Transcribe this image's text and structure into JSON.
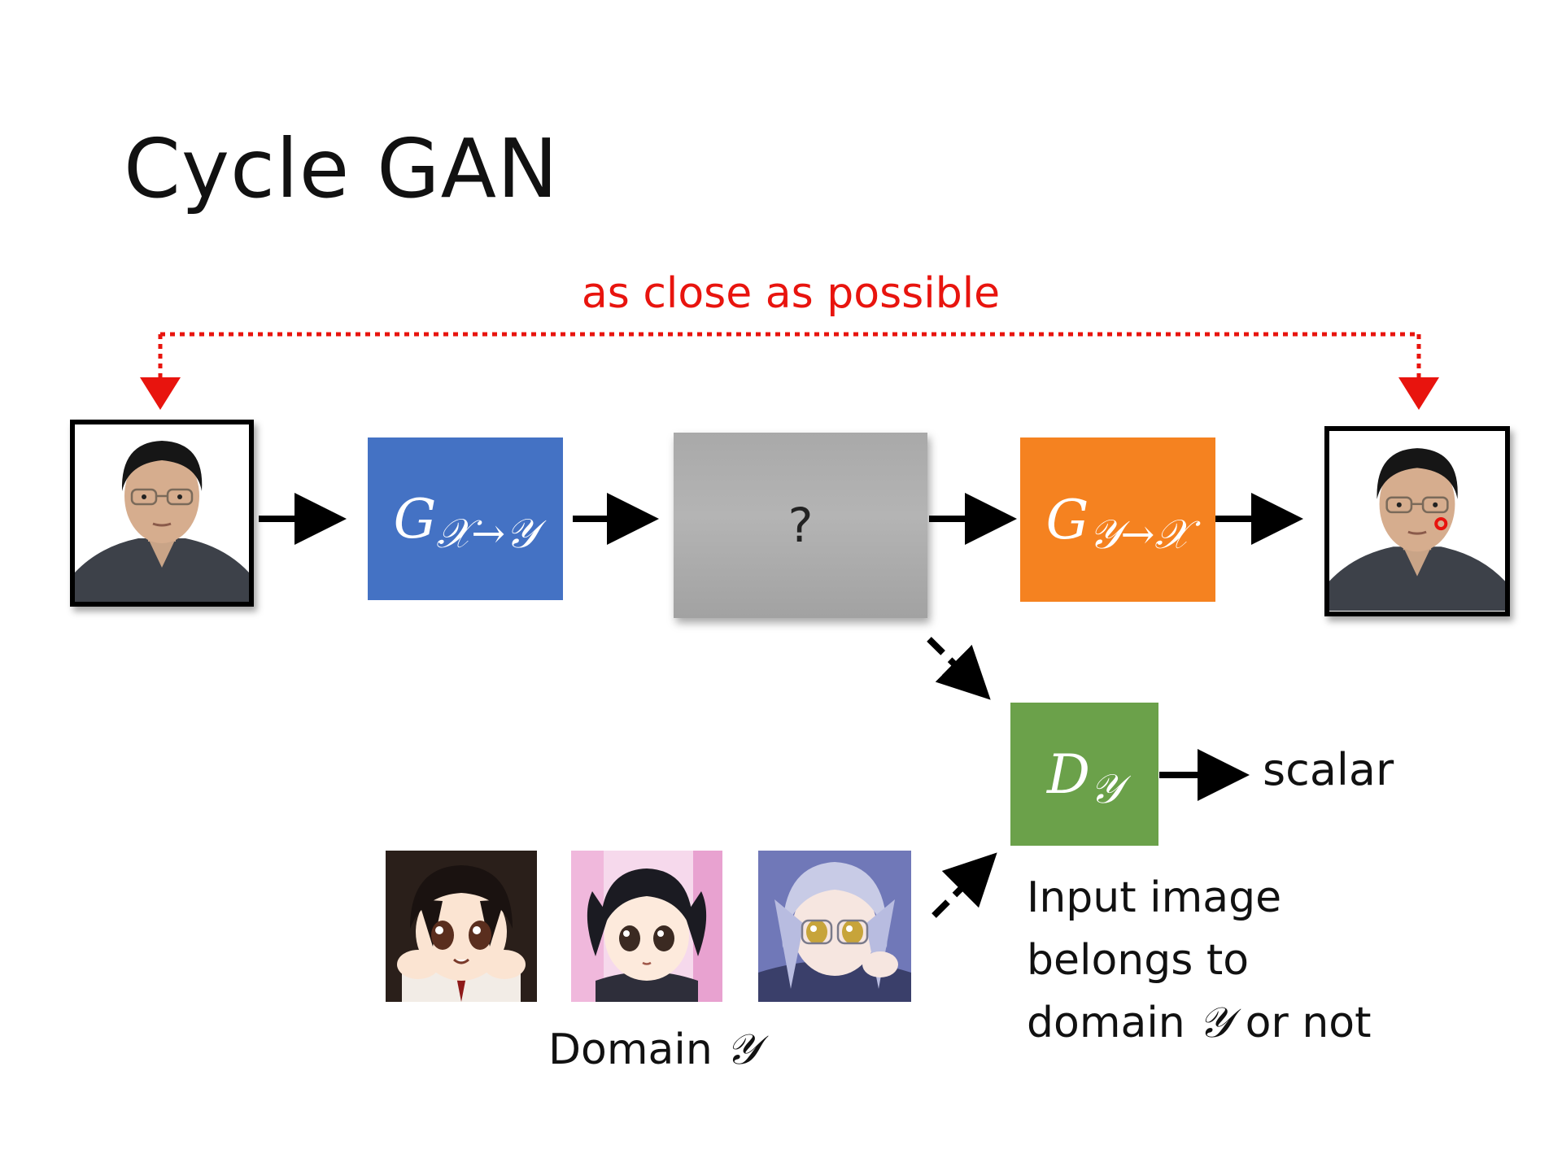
{
  "title": "Cycle GAN",
  "cycle_note": "as close as possible",
  "generator_xy": {
    "symbol": "G",
    "subscript": "𝒳→𝒴"
  },
  "intermediate": {
    "label": "?"
  },
  "generator_yx": {
    "symbol": "G",
    "subscript": "𝒴→𝒳"
  },
  "discriminator": {
    "symbol": "D",
    "subscript": "𝒴"
  },
  "discriminator_output": "scalar",
  "discriminator_caption": {
    "line1": "Input image",
    "line2": "belongs to",
    "line3_prefix": "domain",
    "line3_symbol": "𝒴",
    "line3_suffix": "or not"
  },
  "domain_caption": {
    "prefix": "Domain",
    "symbol": "𝒴"
  },
  "colors": {
    "generator_xy": "#4472c4",
    "generator_yx": "#f58220",
    "discriminator": "#6ba14a",
    "cycle_note": "#e8140e"
  }
}
